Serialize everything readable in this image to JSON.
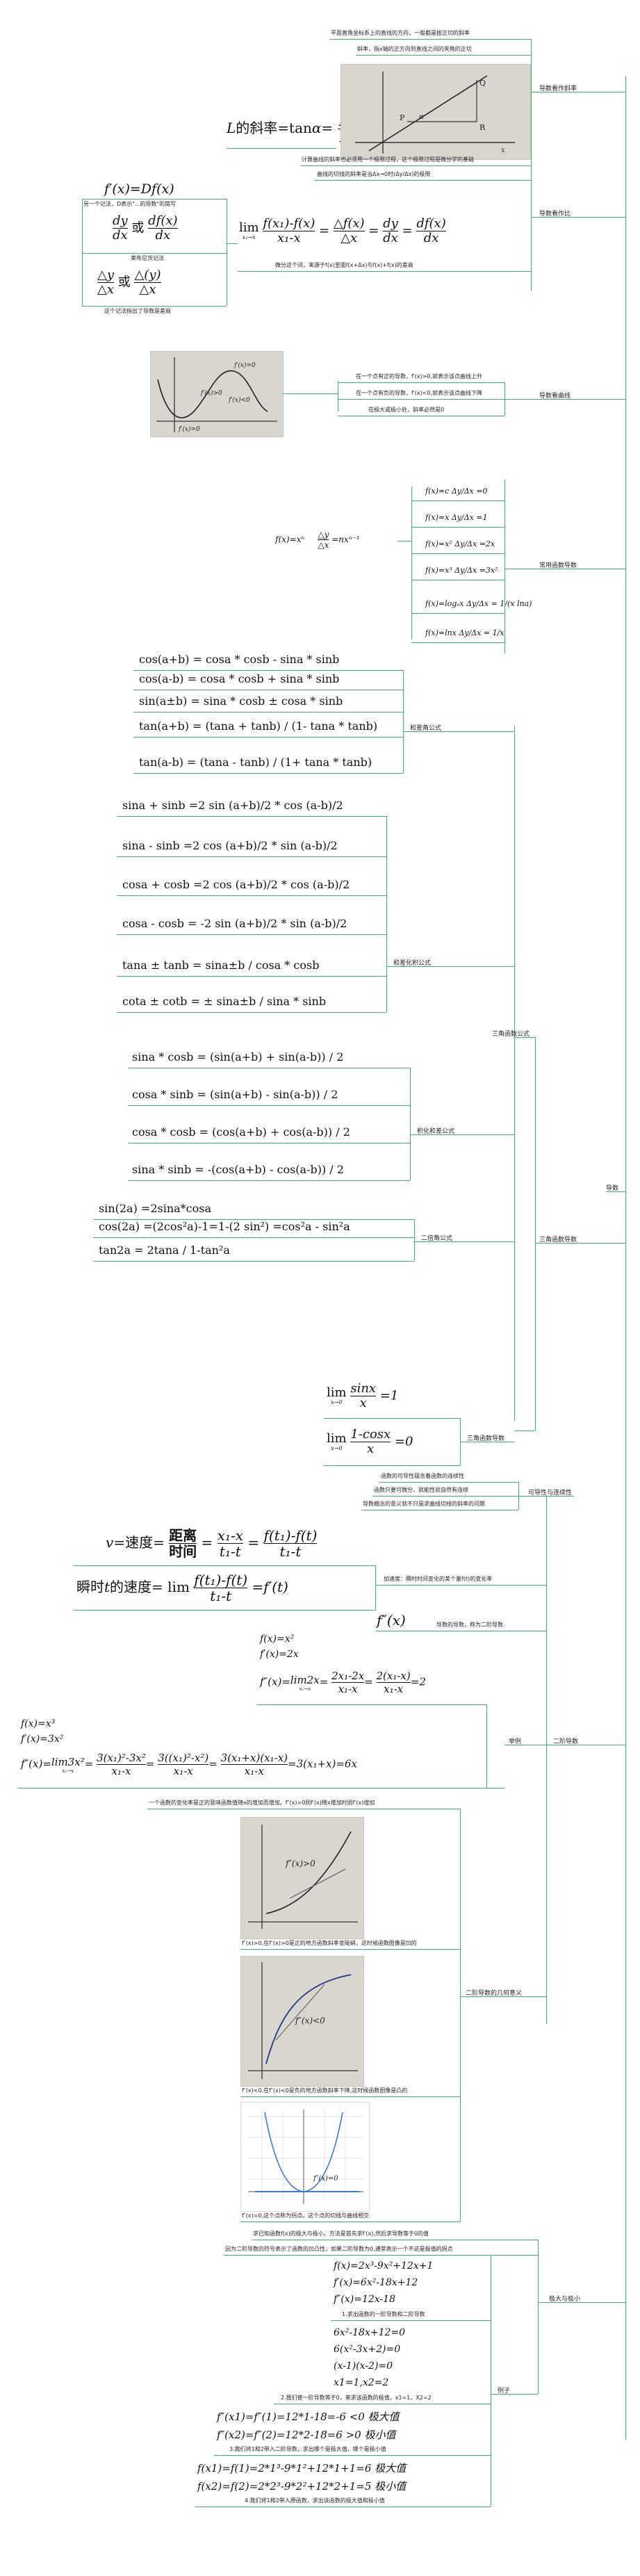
{
  "root": {
    "label": "导数"
  },
  "s1": {
    "label": "导数看作斜率",
    "note1": "平面直角坐标系上的直线的方向，一般都是按正切的斜率",
    "note2": "斜率，指x轴的正方向到直线之间的夹角的正切",
    "formula": "L的斜率=tanα= PQ / PR",
    "photo_labels": [
      "P",
      "Q",
      "R",
      "α"
    ]
  },
  "s2": {
    "label": "导数看作比",
    "note1": "计算曲线的斜率也必须用一个极限过程，这个极限过程是微分学的基础",
    "note2": "曲线的切线的斜率是当Δx→0时(Δy/Δx)的极限",
    "left_f1": "f′(x)=Df(x)",
    "left_note1": "另一个记法，D表示\"...的导数\"的简写",
    "left_f2": "dy/dx 或 df(x)/dx",
    "left_note2": "莱布尼茨记法",
    "left_f3": "Δy/Δx 或 Δf(x)/Δx",
    "left_note3": "这个记法指出了导数是差商",
    "main": "lim f(x1)-f(x) / x1-x = Δf(x)/Δx = dy/dx = df(x)/dx",
    "main_note": "微分这个词，来源于f(x)里面f(x+Δx)与f(x)+f(x)的差商"
  },
  "s3": {
    "label": "导数看曲线",
    "note1": "在一个点有正的导数，f′(x)>0,就表示该点曲线上升",
    "note2": "在一个点有负的导数，f′(x)<0,就表示该点曲线下降",
    "note3": "在极大或极小处，斜率必然是0",
    "photo_labels": [
      "f′(x)=0",
      "f′(x)>0",
      "f′(x)<0",
      "f′(x)=0"
    ]
  },
  "s4": {
    "label": "常用函数导数",
    "left": "f(x)=xⁿ   Δy/Δx = nxⁿ⁻¹",
    "items": [
      "f(x)=c   Δy/Δx =0",
      "f(x)=x   Δy/Δx =1",
      "f(x)=x²   Δy/Δx =2x",
      "f(x)=x³   Δy/Δx =3x²",
      "f(x)=logₐx   Δy/Δx = 1/(x lna)",
      "f(x)=lnx   Δy/Δx = 1/x"
    ]
  },
  "trig": {
    "label": "三角函数公式",
    "group1_label": "和差角公式",
    "group1": [
      "cos(a+b) = cosa * cosb - sina * sinb",
      "cos(a-b) = cosa * cosb + sina * sinb",
      "sin(a±b) = sina * cosb ± cosa * sinb",
      "tan(a+b) = (tana + tanb) / (1- tana * tanb)",
      "tan(a-b) = (tana - tanb) / (1+ tana * tanb)"
    ],
    "group2_label": "和差化积公式",
    "group2": [
      "sina + sinb =2 sin (a+b)/2 * cos (a-b)/2",
      "sina - sinb =2 cos (a+b)/2 * sin (a-b)/2",
      "cosa + cosb =2 cos (a+b)/2 * cos (a-b)/2",
      "cosa - cosb = -2 sin (a+b)/2 * sin (a-b)/2",
      "tana ± tanb = sina±b / cosa * cosb",
      "cota ± cotb = ± sina±b / sina * sinb"
    ],
    "group3_label": "积化和差公式",
    "group3": [
      "sina * cosb = (sin(a+b) + sin(a-b)) / 2",
      "cosa * sinb = (sin(a+b) - sin(a-b)) / 2",
      "cosa * cosb = (cos(a+b) + cos(a-b)) / 2",
      "sina * sinb = -(cos(a+b) - cos(a-b)) / 2"
    ],
    "group4_label": "二倍角公式",
    "group4": [
      "sin(2a) =2sina*cosa",
      "cos(2a) =(2cos²a)-1=1-(2 sin²) =cos²a - sin²a",
      "tan2a = 2tana / 1-tan²a"
    ]
  },
  "trig_deriv": {
    "label": "三角函数导数",
    "group_label": "三角函数导数",
    "f1": "lim sinx / x =1",
    "f2": "lim 1-cosx / x =0"
  },
  "second": {
    "label": "二阶导数",
    "top_label": "可导性与连续性",
    "note1": "函数的可导性蕴含着函数的连续性",
    "note2": "函数只要可微分，就能性就自然有连续",
    "note3": "导数概念的意义就不只是求曲线切线的斜率的问题",
    "speed_label": "加速度：瞬时时间变化的某个量f(t)的变化率",
    "speed1": "v=速度= 距离/时间 = (x1-x)/(t1-t) = (f(t1)-f(t))/(t1-t)",
    "speed2": "瞬时t的速度= lim (f(t1)-f(t))/(t1-t) = f′(t)",
    "fpp": "f″(x)",
    "fpp_note": "导数的导数，称为二阶导数",
    "ex_label": "举例",
    "ex1": [
      "f(x)=x²",
      "f′(x)=2x",
      "f″(x)=lim2x = (2x1-2x)/(x1-x) = 2(x1-x)/(x1-x) =2"
    ],
    "ex2": [
      "f(x)=x³",
      "f′(x)=3x²",
      "f″(x)=lim3x² = (3(x1)²-3x²)/(x1-x) = 3((x1)²-x²)/(x1-x) = 3(x1+x)(x1-x)/(x1-x) =3(x1+x)=6x"
    ],
    "geo_label": "二阶导数的几何意义",
    "geo_note": "一个函数的变化率是正的意味函数值随x的增加而增加。f″(x)>0则f′(x)随x增加时则f′(x)增加",
    "photo1_label": "f″(x)>0",
    "photo1_note": "f″(x)>0,在f″(x)>0是正的地方函数斜率变陡峭，这时候函数图像是凹的",
    "photo2_label": "f″(x)<0",
    "photo2_note": "f″(x)<0,在f″(x)<0是负的地方函数斜率下降,这时候函数图像是凸的",
    "photo3_label": "f″(x)=0",
    "photo3_note": "f″(x)=0,这个点称为拐点。这个点的切线与曲线相交"
  },
  "extreme": {
    "label": "极大与极小",
    "note1": "求已知函数f(x)的极大与极小。方法是首先求f′(x),然后求导数等于0的值",
    "note2": "因为二阶导数的符号表示了函数的凹凸性，如果二阶导数为0,通常表示一个不这是极值的拐点",
    "ex_label": "例子",
    "f1": "f(x)=2x³-9x²+12x+1",
    "f2": "f′(x)=6x²-18x+12",
    "f3": "f″(x)=12x-18",
    "step1": "1.求出函数的一阶导数和二阶导数",
    "s1": "6x²-18x+12=0",
    "s2": "6(x²-3x+2)=0",
    "s3": "(x-1)(x-2)=0",
    "s4": "x1=1,x2=2",
    "step2": "2.我们使一阶导数等于0，来求该函数的极值，x1=1，X2=2",
    "t1": "f″(x1)=f″(1)=12*1-18=-6  <0  极大值",
    "t2": "f″(x2)=f″(2)=12*2-18=6  >0  极小值",
    "step3": "3.我们将1和2带入二阶导数，求出哪个是极大值，哪个是极小值",
    "u1": "f(x1)=f(1)=2*1³-9*1²+12*1+1=6  极大值",
    "u2": "f(x2)=f(2)=2*2³-9*2²+12*2+1=5  极小值",
    "step4": "4.我们将1和2带入原函数，求出该函数的极大值和极小值"
  }
}
